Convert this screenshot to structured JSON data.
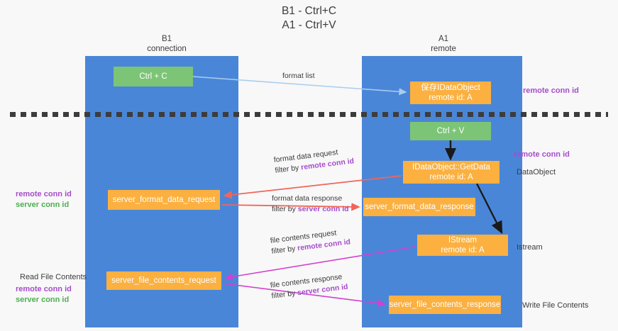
{
  "title": {
    "line1": "B1 - Ctrl+C",
    "line2": "A1 - Ctrl+V"
  },
  "columns": {
    "left": {
      "name": "B1",
      "role": "connection"
    },
    "right": {
      "name": "A1",
      "role": "remote"
    }
  },
  "nodes": {
    "ctrl_c": {
      "label": "Ctrl + C",
      "sub": "",
      "color": "#7cc576"
    },
    "save_idataobject": {
      "label": "保存IDataObject",
      "sub": "remote id: A",
      "color": "#fbb040"
    },
    "ctrl_v": {
      "label": "Ctrl + V",
      "sub": "",
      "color": "#7cc576"
    },
    "getdata": {
      "label": "IDataObject::GetData",
      "sub": "remote id: A",
      "color": "#fbb040"
    },
    "server_format_data_request": {
      "label": "server_format_data_request",
      "sub": "",
      "color": "#fbb040"
    },
    "server_format_data_response": {
      "label": "server_format_data_response",
      "sub": "",
      "color": "#fbb040"
    },
    "istream": {
      "label": "IStream",
      "sub": "remote id: A",
      "color": "#fbb040"
    },
    "server_file_contents_request": {
      "label": "server_file_contents_request",
      "sub": "",
      "color": "#fbb040"
    },
    "server_file_contents_response": {
      "label": "server_file_contents_response",
      "sub": "",
      "color": "#fbb040"
    }
  },
  "edge_labels": {
    "format_list": "format list",
    "format_data_request": {
      "line1": "format data request",
      "filter_prefix": "filter by ",
      "filter_key": "remote conn id"
    },
    "format_data_response": {
      "line1": "format data response",
      "filter_prefix": "filter by ",
      "filter_key": "server conn id"
    },
    "file_contents_request": {
      "line1": "file contents request",
      "filter_prefix": "filter by ",
      "filter_key": "remote conn id"
    },
    "file_contents_response": {
      "line1": "file contents response",
      "filter_prefix": "filter by ",
      "filter_key": "server conn id"
    }
  },
  "annotations": {
    "right_remote_conn_id_top": "remote conn id",
    "right_remote_conn_id_mid": "remote conn id",
    "right_dataobject": "DataObject",
    "right_istream": "Istream",
    "right_write_file_contents": "Write File Contents",
    "left_remote_conn_id_1": "remote conn id",
    "left_server_conn_id_1": "server conn id",
    "left_read_file_contents": "Read File Contents",
    "left_remote_conn_id_2": "remote conn id",
    "left_server_conn_id_2": "server conn id"
  },
  "colors": {
    "lane": "#4a86d8",
    "green_node": "#7cc576",
    "orange_node": "#fbb040",
    "purple_text": "#a64ccb",
    "green_text": "#4caf50",
    "red_arrow": "#f1655a",
    "magenta_arrow": "#d43fd0",
    "blue_arrow": "#a8cdee",
    "black_arrow": "#1a1a1a",
    "divider": "#3c3c3c",
    "background": "#f8f8f8"
  }
}
